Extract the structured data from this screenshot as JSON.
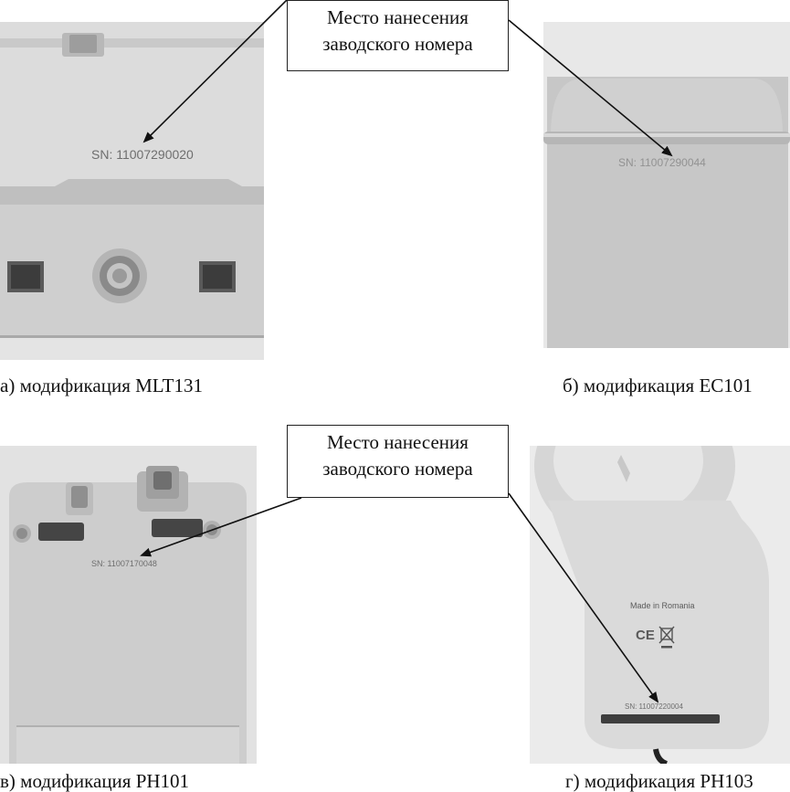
{
  "callout_top": {
    "line1": "Место нанесения",
    "line2": "заводского номера"
  },
  "callout_bottom": {
    "line1": "Место нанесения",
    "line2": "заводского номера"
  },
  "panels": [
    {
      "caption": "а) модификация MLT131",
      "serial_text": "SN: 11007290020"
    },
    {
      "caption": "б) модификация EC101",
      "serial_text": "SN: 11007290044"
    },
    {
      "caption": "в) модификация PH101",
      "serial_text": "SN: 11007170048"
    },
    {
      "caption": "г) модификация PH103",
      "serial_text": "SN: 11007220004",
      "made_in": "Made in Romania",
      "ce_mark": "CE"
    }
  ]
}
